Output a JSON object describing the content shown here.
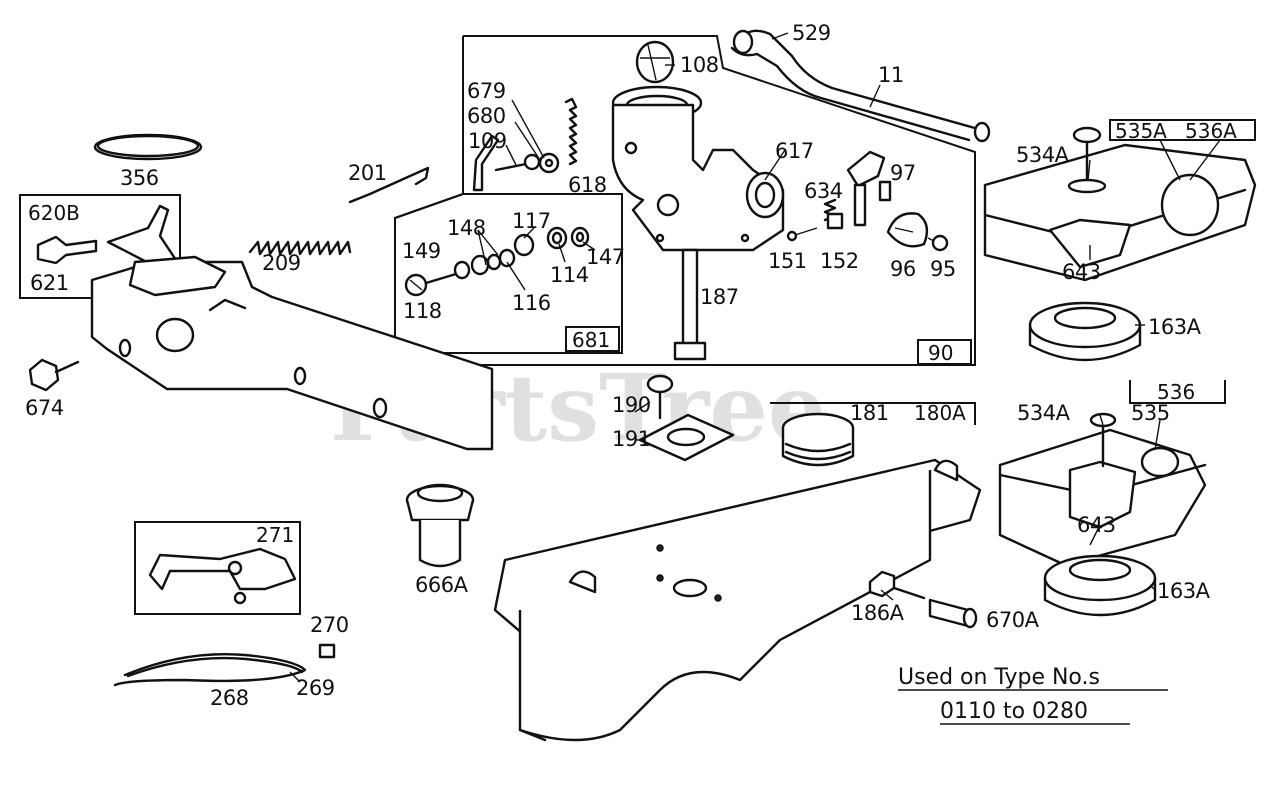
{
  "watermark": "PartsTree",
  "callouts": {
    "c529": "529",
    "c108": "108",
    "c11": "11",
    "c679": "679",
    "c680": "680",
    "c109": "109",
    "c618": "618",
    "c617": "617",
    "c97": "97",
    "c634": "634",
    "c201": "201",
    "c356": "356",
    "c209": "209",
    "c621": "621",
    "c674": "674",
    "c148": "148",
    "c117": "117",
    "c149": "149",
    "c147": "147",
    "c114": "114",
    "c116": "116",
    "c118": "118",
    "c151": "151",
    "c152": "152",
    "c96": "96",
    "c95": "95",
    "c187": "187",
    "c534a_top": "534A",
    "c643_top": "643",
    "c163a_top": "163A",
    "c190": "190",
    "c191": "191",
    "c181": "181",
    "c534a_bot": "534A",
    "c535": "535",
    "c643_bot": "643",
    "c163a_bot": "163A",
    "c666a": "666A",
    "c186a": "186A",
    "c670a": "670A",
    "c270": "270",
    "c268": "268",
    "c269": "269"
  },
  "boxes": {
    "b620b": "620B",
    "b681": "681",
    "b90": "90",
    "b535a": "535A",
    "b536a": "536A",
    "b180a": "180A",
    "b536": "536",
    "b271": "271"
  },
  "note": {
    "line1": "Used on Type No.s",
    "line2": "0110 to 0280"
  }
}
